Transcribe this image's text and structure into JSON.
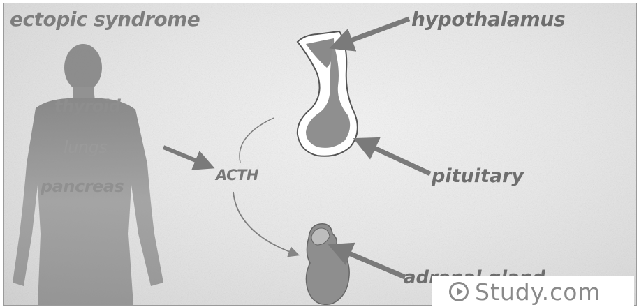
{
  "diagram": {
    "title": "ectopic syndrome",
    "labels": {
      "hypothalamus": "hypothalamus",
      "pituitary": "pituitary",
      "adrenal_gland": "adrenal gland",
      "acth": "ACTH"
    },
    "organs": {
      "thyroid": "thyroid",
      "lungs": "lungs",
      "pancreas": "pancreas"
    }
  },
  "watermark": {
    "brand": "Study.com",
    "icon": "play-circle-icon"
  },
  "colors": {
    "label_gray": "#6e6e6e",
    "arrow_gray": "#7a7a7a",
    "gland_fill": "#8c8c8c",
    "body_fill": "#8f8f8f"
  }
}
